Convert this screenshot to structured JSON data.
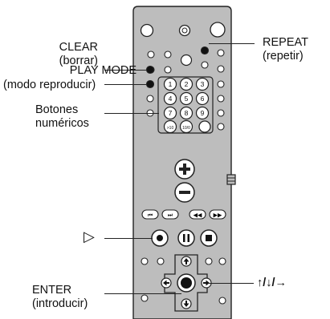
{
  "callouts": {
    "clear": {
      "line1": "CLEAR",
      "line2": "(borrar)"
    },
    "play_mode": {
      "line1": "PLAY MODE",
      "line2": "(modo reproducir)"
    },
    "numeric": {
      "line1": "Botones",
      "line2": "numéricos"
    },
    "play_symbol": "▷",
    "enter": {
      "line1": "ENTER",
      "line2": "(introducir)"
    },
    "repeat": {
      "line1": "REPEAT",
      "line2": "(repetir)"
    },
    "arrows": "↑/↓/→"
  },
  "keypad": [
    "1",
    "2",
    "3",
    "4",
    "5",
    "6",
    "7",
    "8",
    "9",
    ">10",
    "10/0"
  ],
  "icons": {
    "plus": "plus-icon",
    "minus": "minus-icon",
    "pause": "pause-icon",
    "stop": "stop-icon",
    "play": "play-icon"
  },
  "colors": {
    "remote_body": "#bdbdbd",
    "outline": "#222222"
  }
}
